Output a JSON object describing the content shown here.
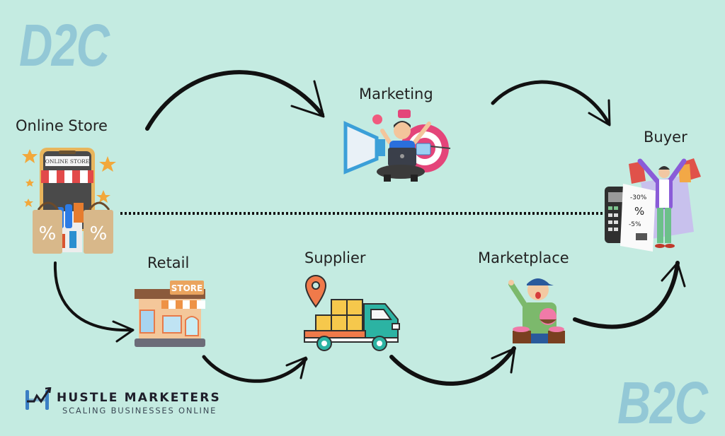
{
  "tags": {
    "top_left": "D2C",
    "bottom_right": "B2C",
    "color": "#93c8d6"
  },
  "nodes": {
    "online_store": {
      "label": "Online Store",
      "sign": "ONLINE STORE",
      "icon": "online-store-icon"
    },
    "marketing": {
      "label": "Marketing",
      "icon": "marketing-megaphone-target-icon"
    },
    "buyer": {
      "label": "Buyer",
      "icon": "buyer-shopping-bags-icon",
      "receipt": {
        "line1": "-30%",
        "line2": "%",
        "line3": "-5%"
      }
    },
    "retail": {
      "label": "Retail",
      "sign": "STORE",
      "icon": "retail-store-icon"
    },
    "supplier": {
      "label": "Supplier",
      "icon": "delivery-truck-icon"
    },
    "marketplace": {
      "label": "Marketplace",
      "icon": "market-vendor-icon"
    }
  },
  "flows": {
    "d2c": [
      "Online Store",
      "Marketing",
      "Buyer"
    ],
    "b2c": [
      "Online Store",
      "Retail",
      "Supplier",
      "Marketplace",
      "Buyer"
    ],
    "divider": "dotted line separating D2C and B2C paths"
  },
  "logo": {
    "title": "HUSTLE MARKETERS",
    "subtitle": "SCALING BUSINESSES ONLINE",
    "mark": "HM"
  },
  "colors": {
    "background": "#c4ebe1",
    "arrow": "#111111",
    "text": "#222222"
  }
}
